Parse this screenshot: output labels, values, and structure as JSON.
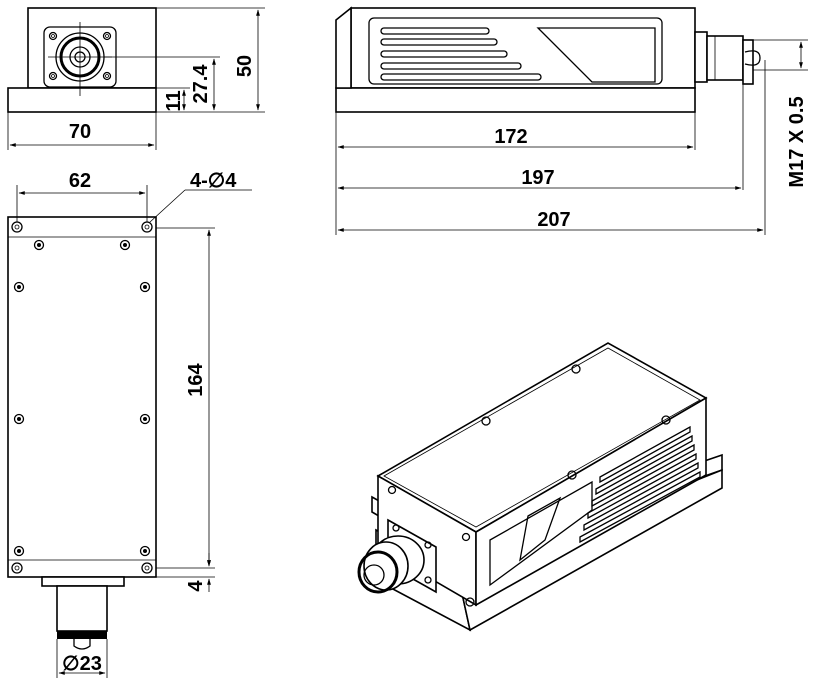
{
  "drawing": {
    "dimensions": {
      "front_width": "70",
      "front_height": "50",
      "front_axis_height": "27.4",
      "front_base_height": "11",
      "side_length_body": "172",
      "side_length_to_connector": "197",
      "side_length_total": "207",
      "side_thread": "M17 X 0.5",
      "top_hole_spacing": "62",
      "top_holes": "4-∅4",
      "top_length": "164",
      "top_flange_offset": "4",
      "top_connector_diameter": "∅23"
    }
  }
}
